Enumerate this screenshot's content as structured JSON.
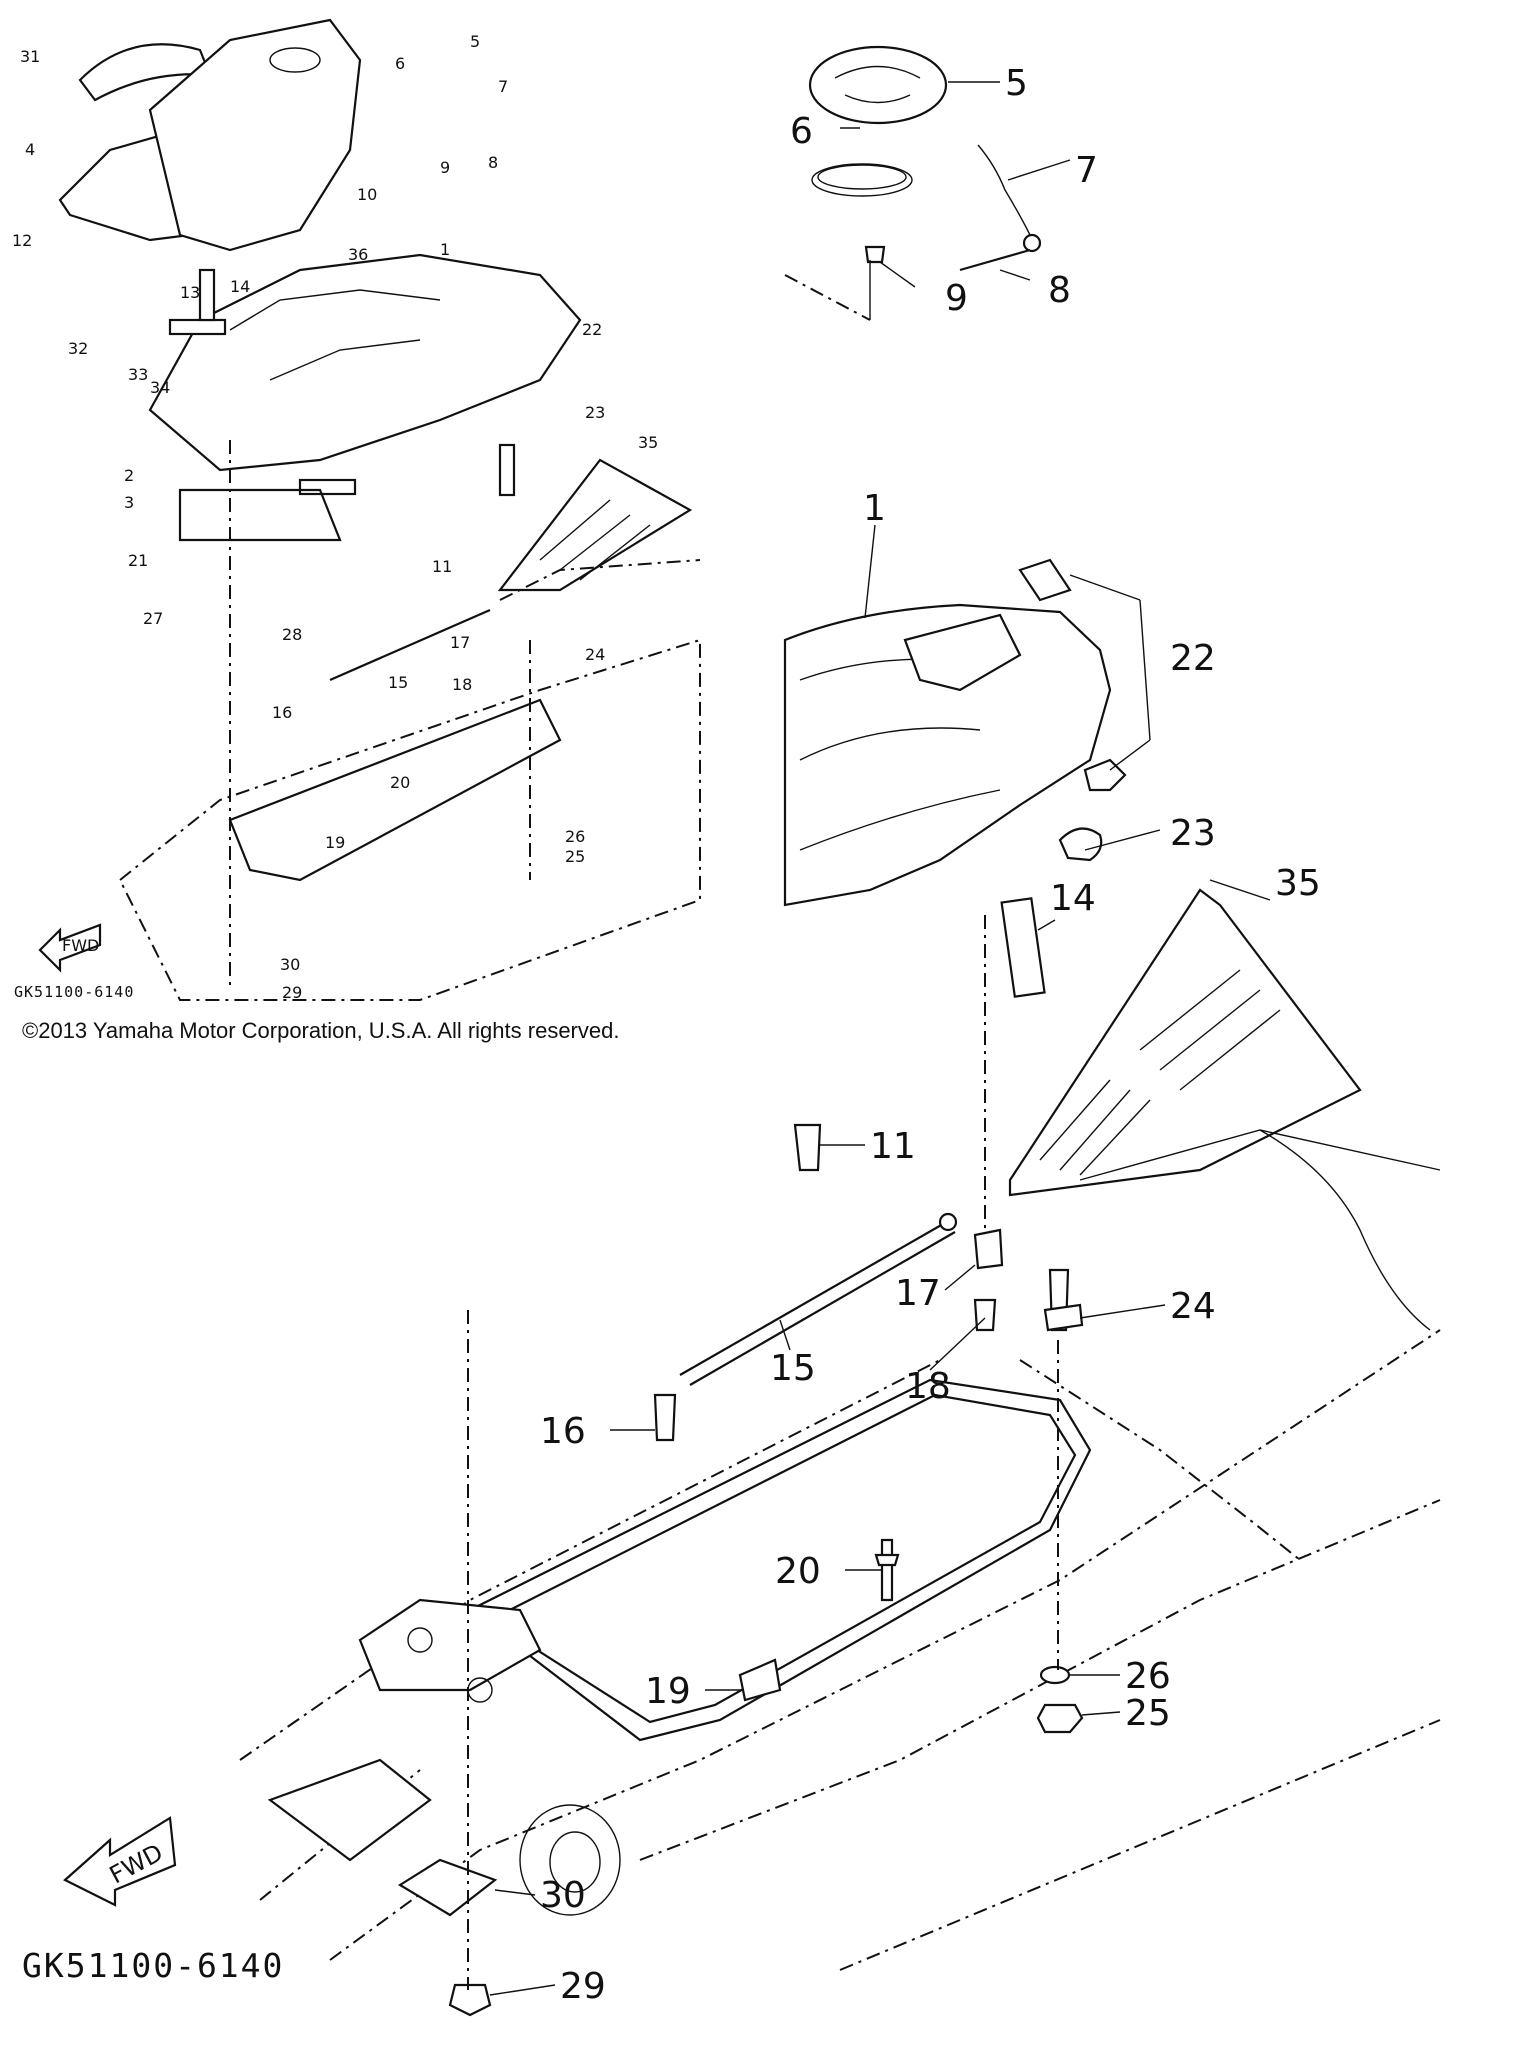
{
  "copyright": "©2013 Yamaha Motor Corporation, U.S.A. All rights reserved.",
  "diagram_code": "GK51100-6140",
  "fwd_label": "FWD",
  "callouts_overview": [
    "31",
    "4",
    "12",
    "5",
    "6",
    "7",
    "8",
    "9",
    "10",
    "36",
    "1",
    "13",
    "14",
    "22",
    "32",
    "33",
    "34",
    "23",
    "35",
    "2",
    "3",
    "21",
    "11",
    "27",
    "28",
    "17",
    "24",
    "15",
    "18",
    "16",
    "20",
    "19",
    "26",
    "25",
    "30",
    "29"
  ],
  "callouts_detail": [
    "5",
    "6",
    "7",
    "9",
    "8",
    "1",
    "22",
    "23",
    "35",
    "14",
    "11",
    "17",
    "24",
    "15",
    "18",
    "16",
    "20",
    "19",
    "26",
    "25",
    "30",
    "29"
  ]
}
